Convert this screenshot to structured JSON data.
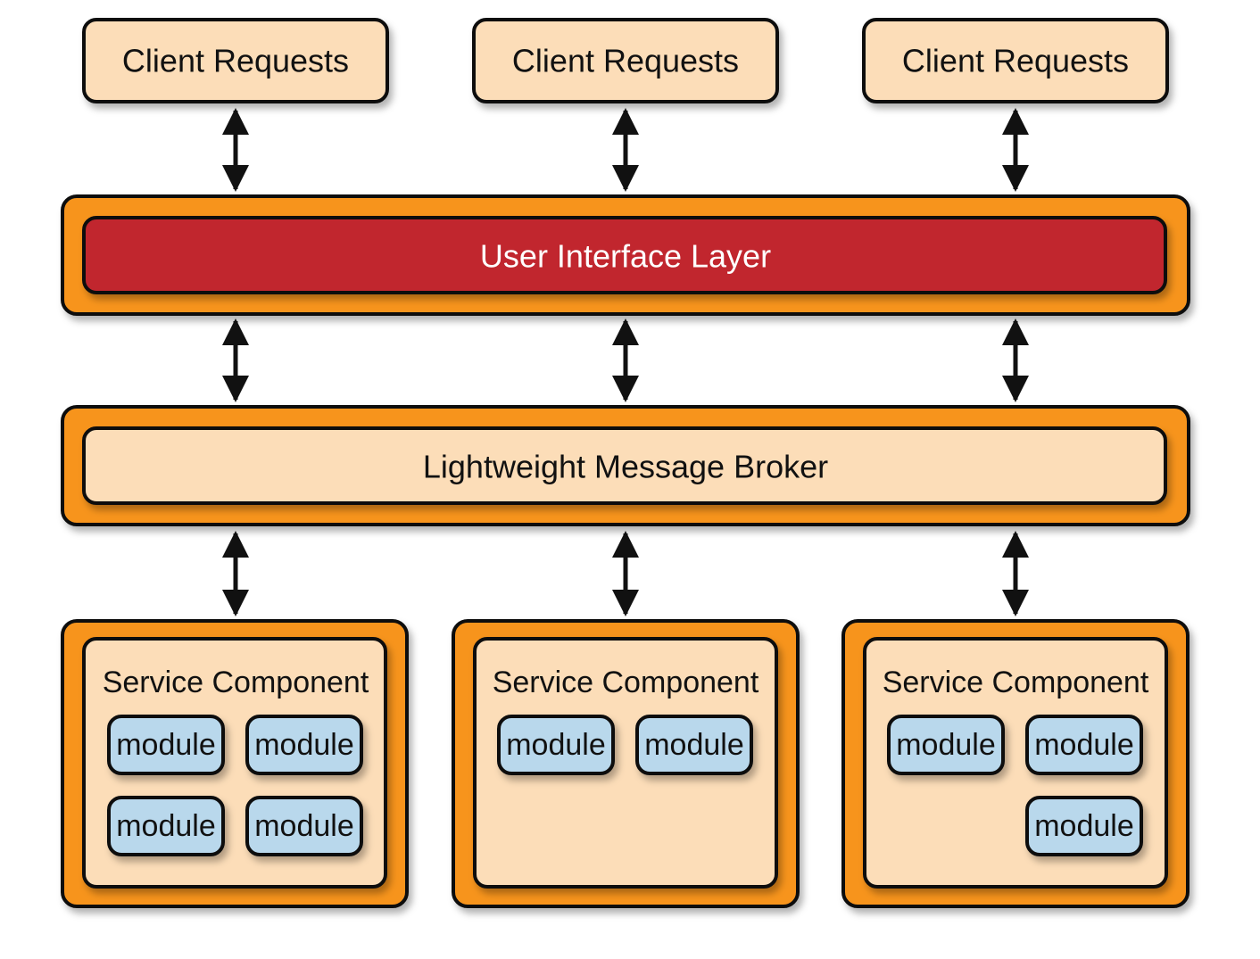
{
  "clients": [
    {
      "label": "Client Requests"
    },
    {
      "label": "Client Requests"
    },
    {
      "label": "Client Requests"
    }
  ],
  "ui_layer": {
    "label": "User Interface Layer"
  },
  "broker": {
    "label": "Lightweight Message Broker"
  },
  "services": [
    {
      "label": "Service Component",
      "modules": [
        "module",
        "module",
        "module",
        "module"
      ]
    },
    {
      "label": "Service Component",
      "modules": [
        "module",
        "module"
      ]
    },
    {
      "label": "Service Component",
      "modules": [
        "module",
        "module",
        "module"
      ]
    }
  ],
  "colors": {
    "peach": "#FCDDB8",
    "orange": "#F7941D",
    "red": "#C1272D",
    "module_blue": "#B9D8EC",
    "stroke": "#111111"
  }
}
